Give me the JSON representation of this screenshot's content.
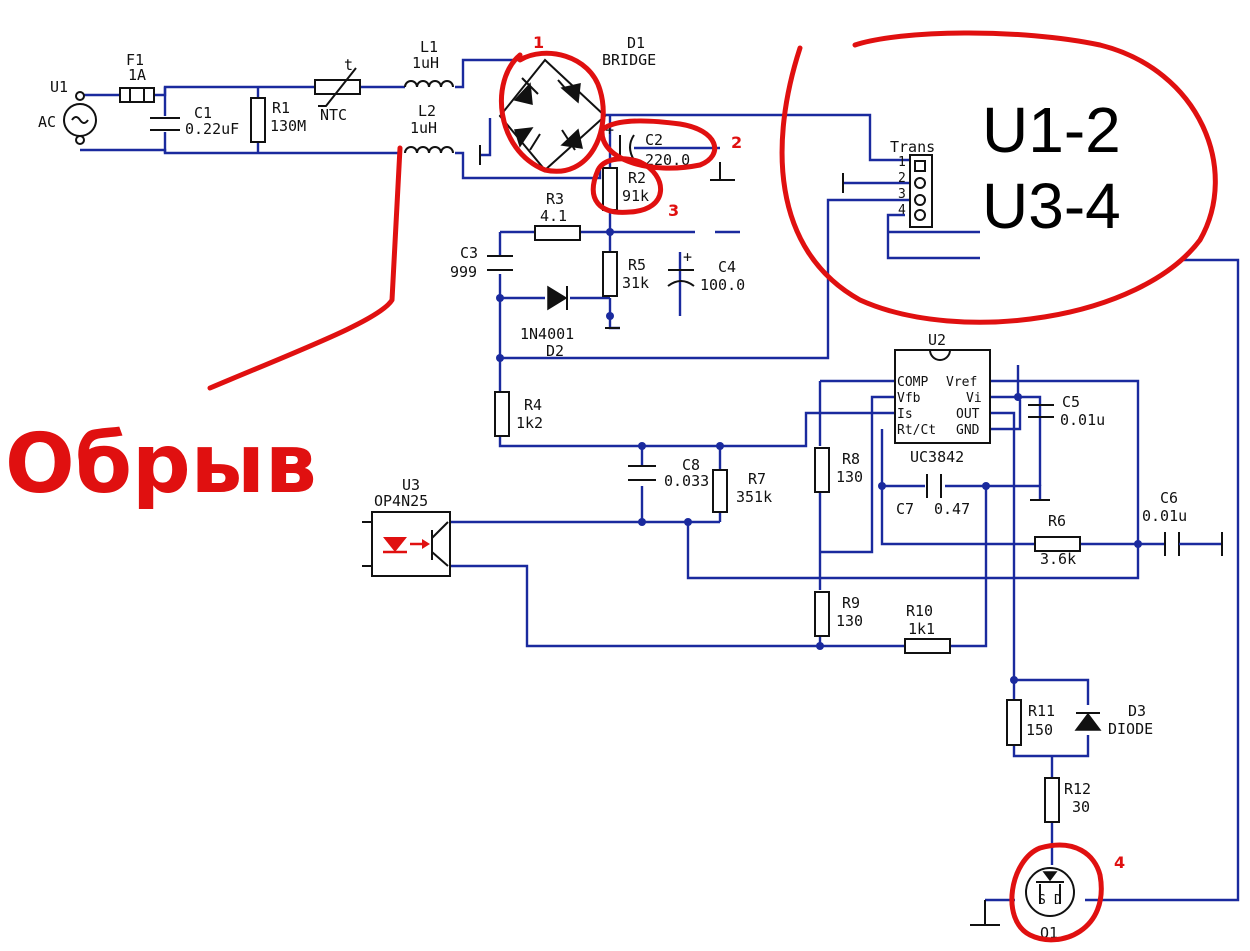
{
  "components": {
    "u1": {
      "ref": "U1",
      "value": "AC"
    },
    "f1": {
      "ref": "F1",
      "value": "1A"
    },
    "c1": {
      "ref": "C1",
      "value": "0.22uF"
    },
    "r1": {
      "ref": "R1",
      "value": "130M"
    },
    "ntc": {
      "ref": "t",
      "value": "NTC"
    },
    "l1": {
      "ref": "L1",
      "value": "1uH"
    },
    "l2": {
      "ref": "L2",
      "value": "1uH"
    },
    "d1": {
      "ref": "D1",
      "value": "BRIDGE"
    },
    "c2": {
      "ref": "C2",
      "value": "220.0"
    },
    "r2": {
      "ref": "R2",
      "value": "91k"
    },
    "r3": {
      "ref": "R3",
      "value": "4.1"
    },
    "c3": {
      "ref": "C3",
      "value": "999"
    },
    "d2": {
      "ref": "D2",
      "value": "1N4001"
    },
    "r5": {
      "ref": "R5",
      "value": "31k"
    },
    "c4": {
      "ref": "C4",
      "value": "100.0"
    },
    "r4": {
      "ref": "R4",
      "value": "1k2"
    },
    "trans": {
      "ref": "Trans",
      "pins": [
        "1",
        "2",
        "3",
        "4"
      ]
    },
    "u2": {
      "ref": "U2",
      "value": "UC3842",
      "pins": [
        "COMP",
        "Vref",
        "Vfb",
        "Vi",
        "Is",
        "OUT",
        "Rt/Ct",
        "GND"
      ]
    },
    "c5": {
      "ref": "C5",
      "value": "0.01u"
    },
    "u3": {
      "ref": "U3",
      "value": "OP4N25"
    },
    "c8": {
      "ref": "C8",
      "value": "0.033"
    },
    "r7": {
      "ref": "R7",
      "value": "351k"
    },
    "r8": {
      "ref": "R8",
      "value": "130"
    },
    "c7": {
      "ref": "C7",
      "value": "0.47"
    },
    "r6": {
      "ref": "R6",
      "value": "3.6k"
    },
    "c6": {
      "ref": "C6",
      "value": "0.01u"
    },
    "r9": {
      "ref": "R9",
      "value": "130"
    },
    "r10": {
      "ref": "R10",
      "value": "1k1"
    },
    "r11": {
      "ref": "R11",
      "value": "150"
    },
    "d3": {
      "ref": "D3",
      "value": "DIODE"
    },
    "r12": {
      "ref": "R12",
      "value": "30"
    },
    "q1": {
      "ref": "Q1",
      "pin_labels": [
        "D",
        "S"
      ]
    }
  },
  "annotations": {
    "markers": [
      "1",
      "2",
      "3",
      "4"
    ],
    "transformer_note_line1": "U1-2",
    "transformer_note_line2": "U3-4",
    "break_text": "Обрыв"
  },
  "colors": {
    "wire": "#1a2a9e",
    "annotation": "#e01010",
    "component": "#111111",
    "led": "#e01010"
  }
}
